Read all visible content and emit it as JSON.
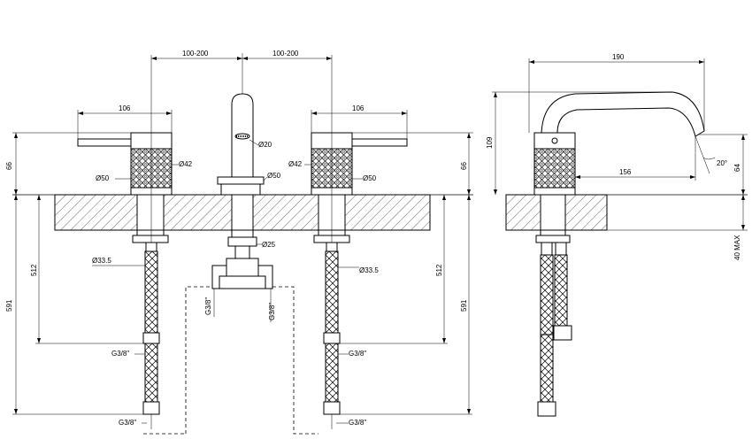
{
  "labels": {
    "spread_left": "100-200",
    "spread_right": "100-200",
    "handle_left": "106",
    "handle_right": "106",
    "side_length": "190",
    "aerator": "Ø20",
    "body_left_42": "Ø42",
    "body_left_50": "Ø50",
    "spout_base_50": "Ø50",
    "body_right_42": "Ø42",
    "body_right_50": "Ø50",
    "height_left": "66",
    "height_right": "66",
    "side_height": "109",
    "side_height_body": "64",
    "side_reach": "156",
    "side_angle": "20°",
    "deck_max": "40 MAX",
    "spout_nut": "Ø25",
    "nut_left": "Ø33.5",
    "nut_right": "Ø33.5",
    "hose_left_512": "512",
    "hose_right_512": "512",
    "hose_left_591": "591",
    "hose_right_591": "591",
    "conn_left_upper": "G3/8\"",
    "conn_left_lower": "G3/8\"",
    "conn_right_upper": "G3/8\"",
    "conn_right_lower": "G3/8\"",
    "mixer_left": "G3/8\"",
    "mixer_right": "G3/8\""
  }
}
